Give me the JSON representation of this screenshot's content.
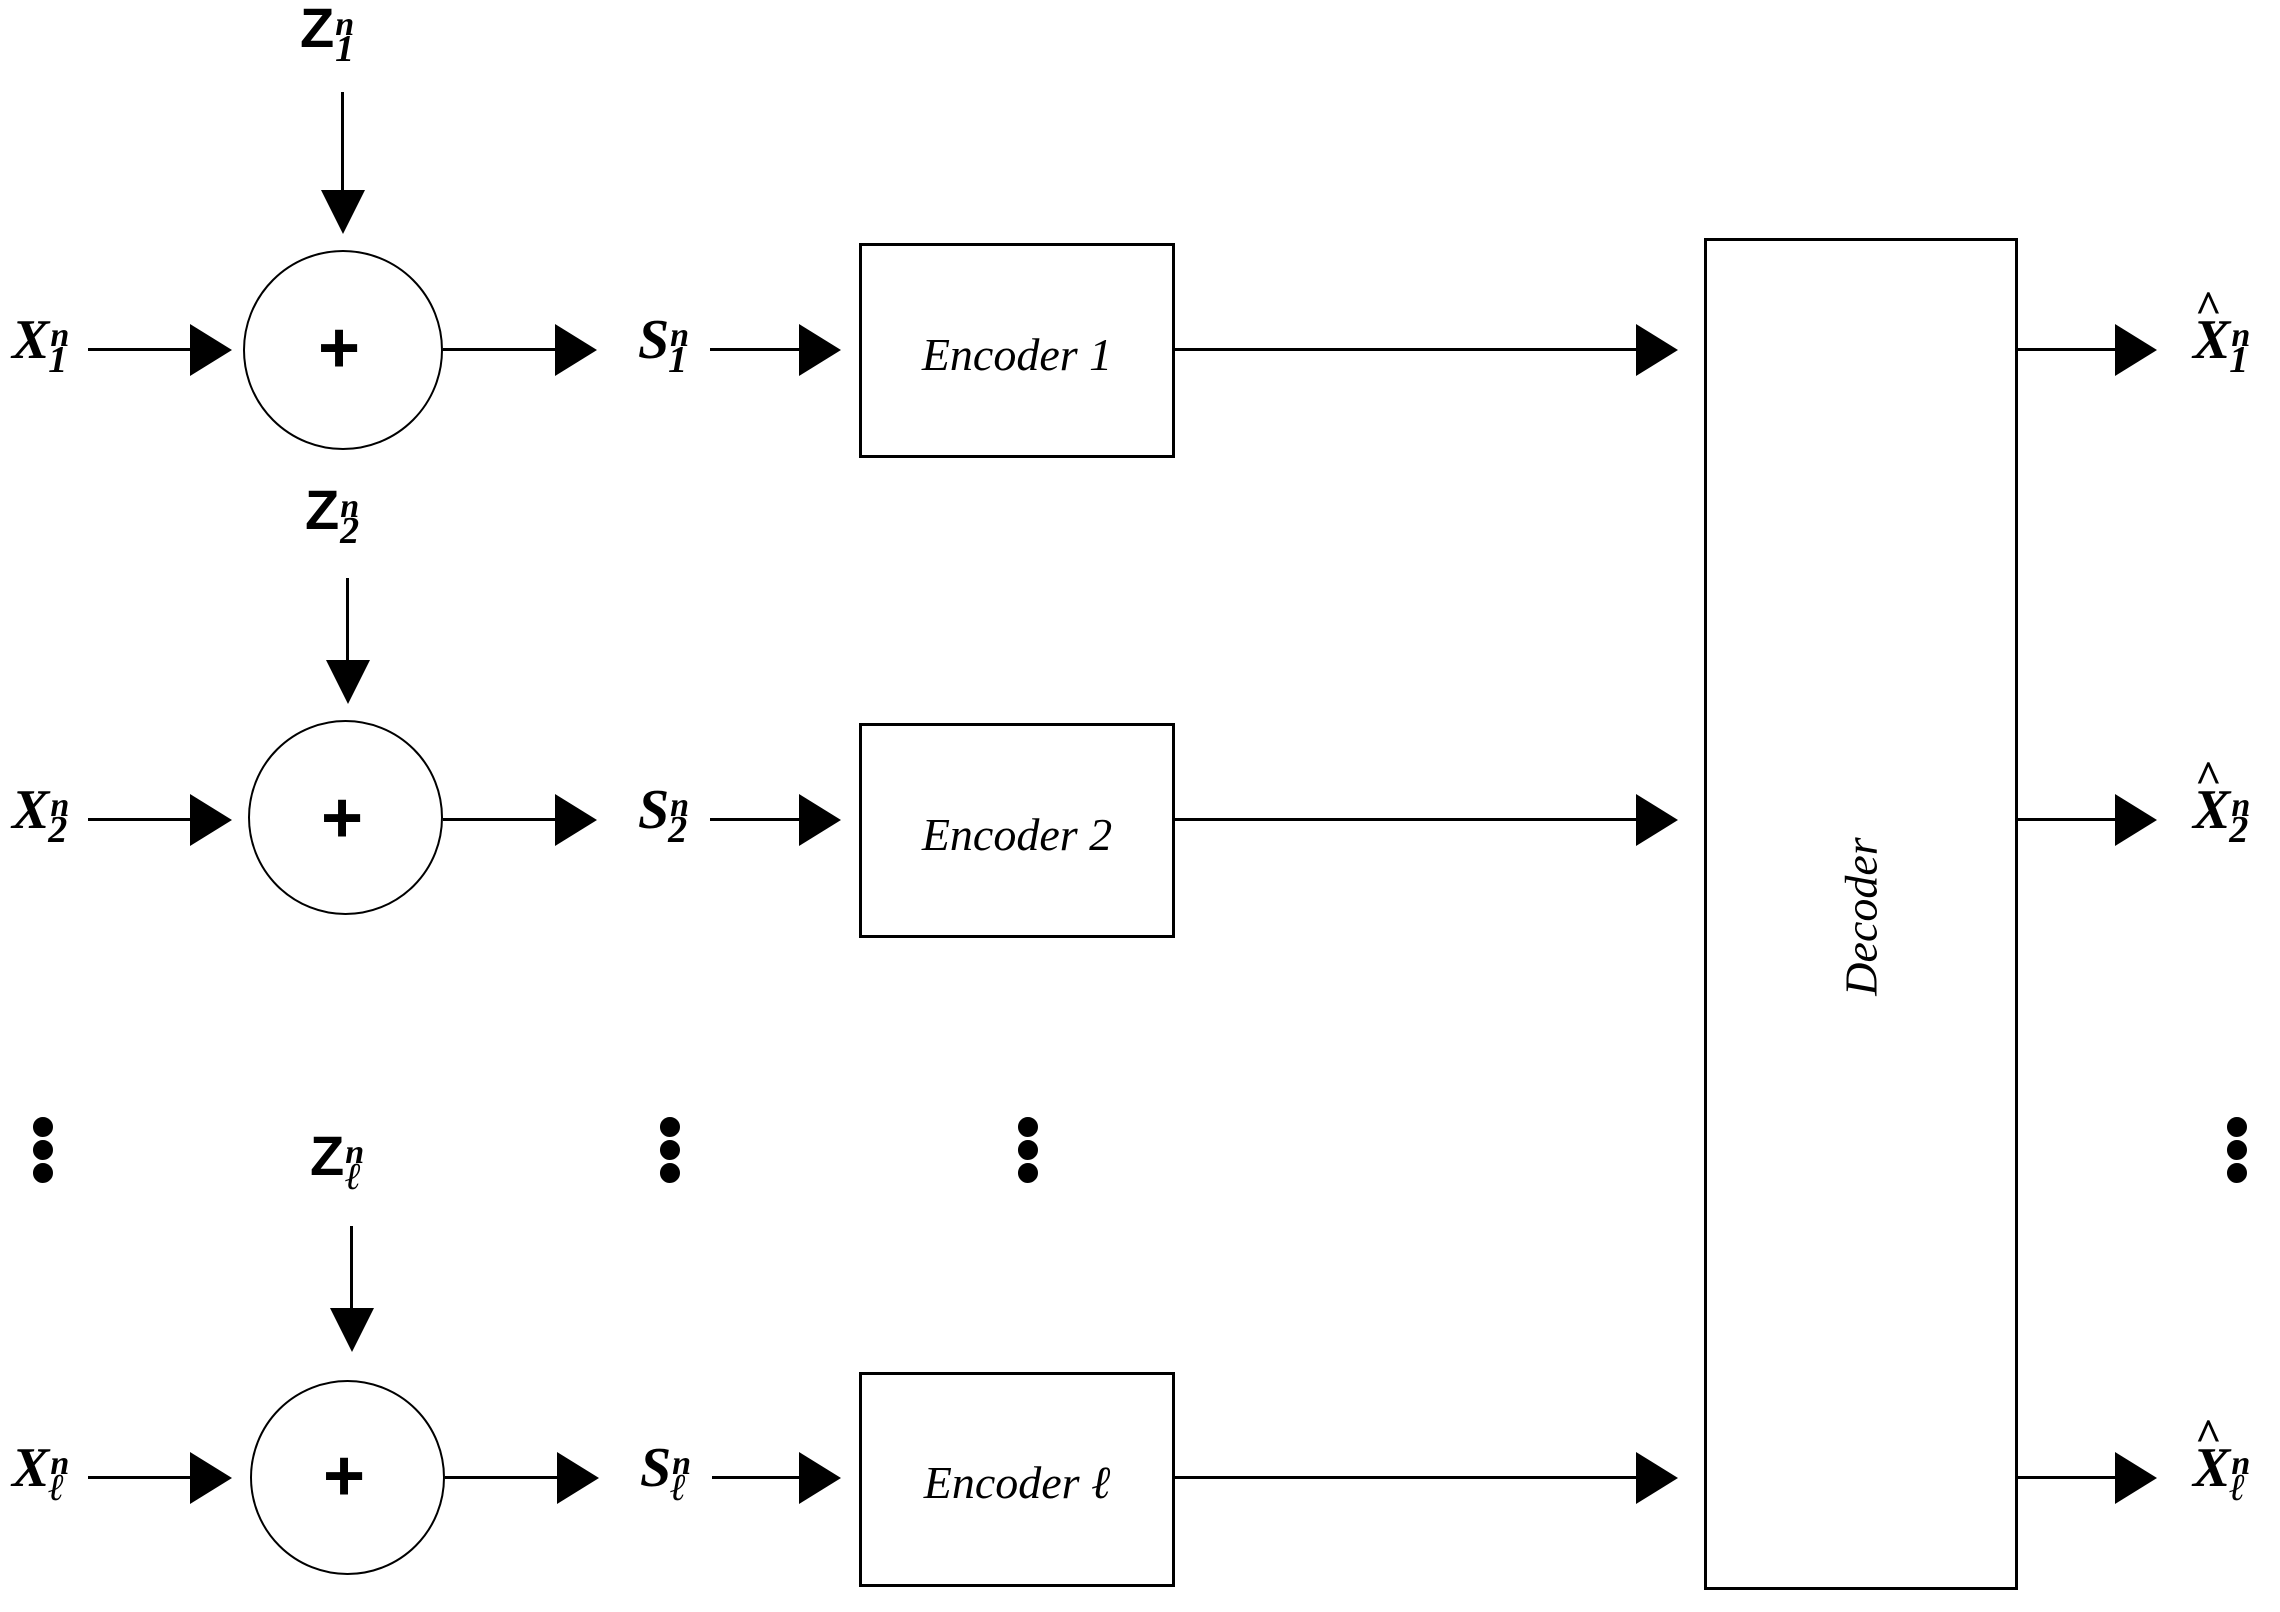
{
  "diagram": {
    "title": "Multi-terminal remote source coding block diagram",
    "type": "block-diagram",
    "background_color": "#ffffff",
    "line_color": "#000000"
  },
  "rows": [
    {
      "id": "row-1",
      "source_label": {
        "base": "X",
        "sup": "n",
        "sub": "1"
      },
      "noise_label": {
        "base": "Z",
        "sup": "n",
        "sub": "1"
      },
      "sum_symbol": "+",
      "signal_label": {
        "base": "S",
        "sup": "n",
        "sub": "1"
      },
      "encoder_label": "Encoder 1",
      "output_label": {
        "base": "X",
        "sup": "n",
        "sub": "1",
        "accent": "^"
      }
    },
    {
      "id": "row-2",
      "source_label": {
        "base": "X",
        "sup": "n",
        "sub": "2"
      },
      "noise_label": {
        "base": "Z",
        "sup": "n",
        "sub": "2"
      },
      "sum_symbol": "+",
      "signal_label": {
        "base": "S",
        "sup": "n",
        "sub": "2"
      },
      "encoder_label": "Encoder 2",
      "output_label": {
        "base": "X",
        "sup": "n",
        "sub": "2",
        "accent": "^"
      }
    },
    {
      "id": "row-l",
      "source_label": {
        "base": "X",
        "sup": "n",
        "sub": "ℓ"
      },
      "noise_label": {
        "base": "Z",
        "sup": "n",
        "sub": "ℓ"
      },
      "sum_symbol": "+",
      "signal_label": {
        "base": "S",
        "sup": "n",
        "sub": "ℓ"
      },
      "encoder_label": "Encoder ℓ",
      "output_label": {
        "base": "X",
        "sup": "n",
        "sub": "ℓ",
        "accent": "^"
      }
    }
  ],
  "decoder": {
    "label": "Decoder",
    "orientation": "vertical-bottom-to-top"
  },
  "ellipsis": {
    "glyph": "⋮",
    "columns": [
      "source-column",
      "signal-column",
      "encoder-column",
      "output-column"
    ]
  }
}
